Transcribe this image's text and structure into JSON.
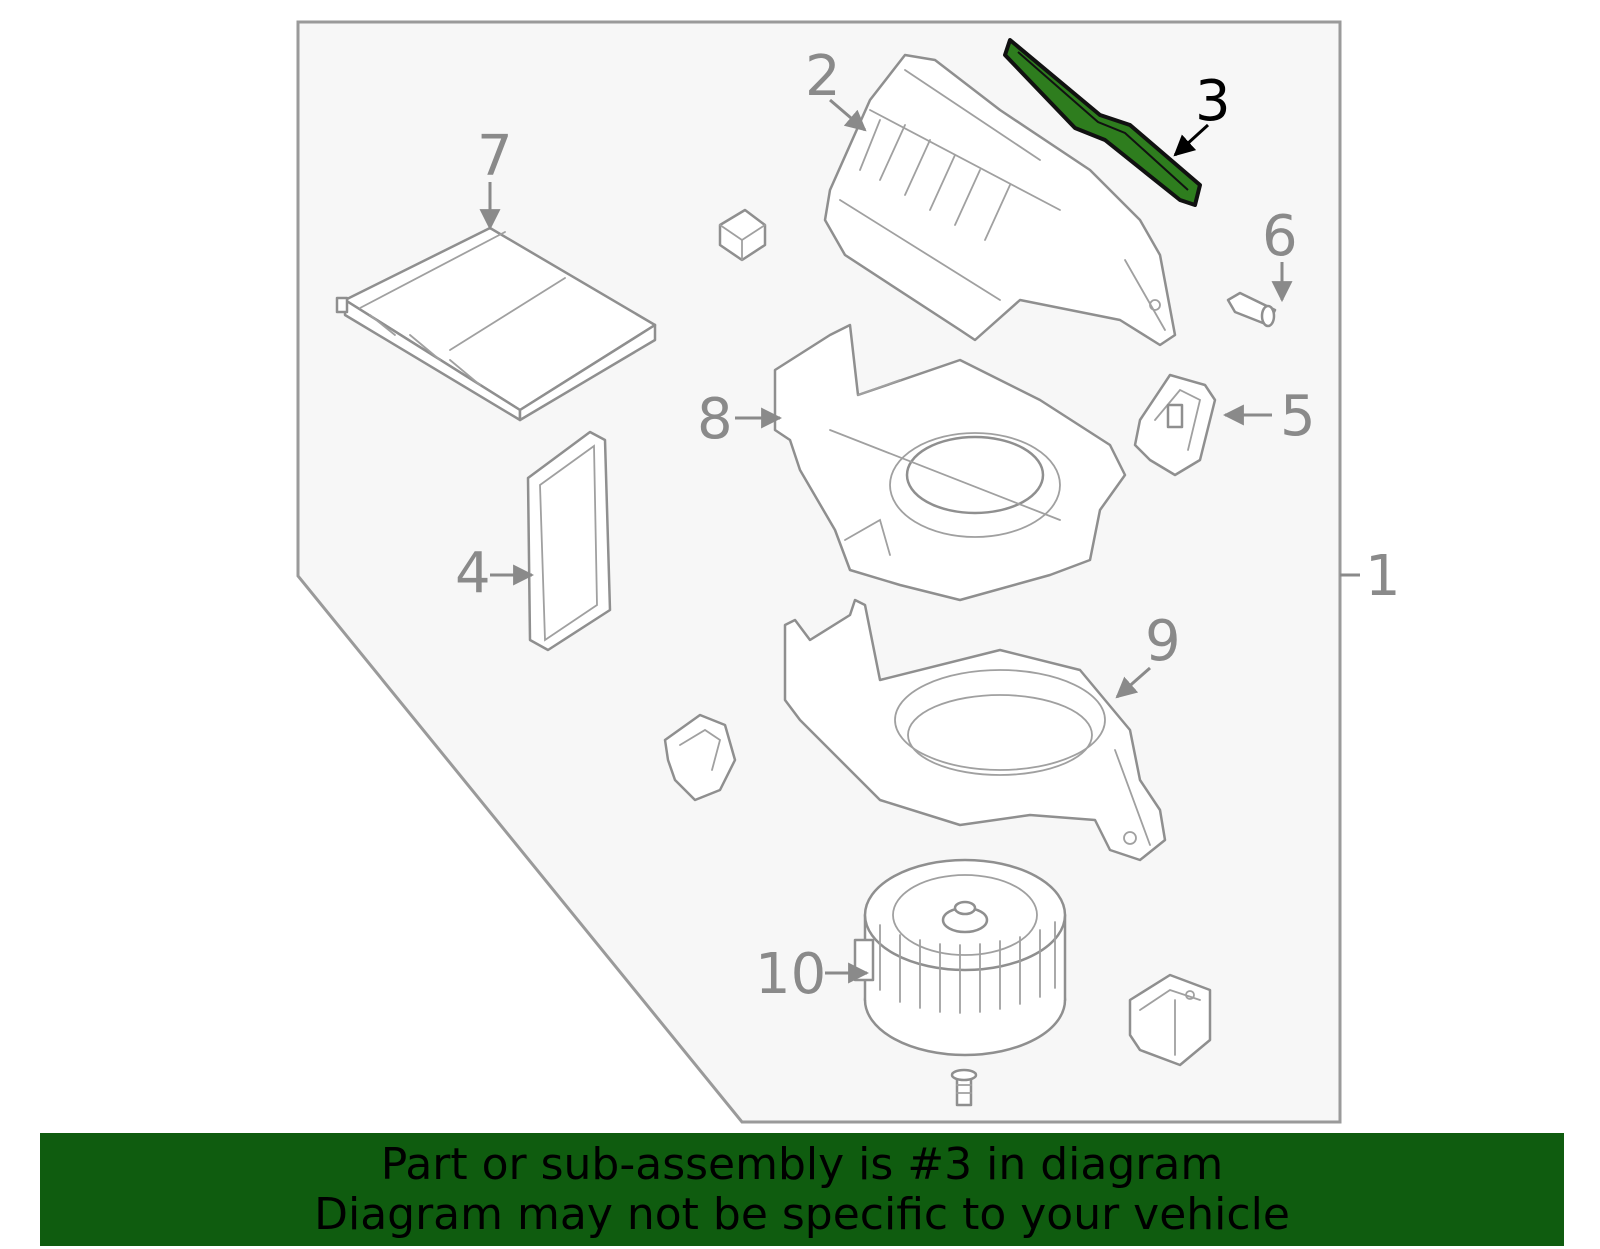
{
  "callouts": {
    "c1": "1",
    "c2": "2",
    "c3": "3",
    "c4": "4",
    "c5": "5",
    "c6": "6",
    "c7": "7",
    "c8": "8",
    "c9": "9",
    "c10": "10"
  },
  "highlighted_part": "3",
  "colors": {
    "highlight_fill": "#2e7d1e",
    "banner_bg": "#0f5c0f",
    "outline_gray": "#8f8f8f",
    "panel_bg": "#f7f7f7"
  },
  "banner": {
    "line1": "Part or sub-assembly is #3 in diagram",
    "line2": "Diagram may not be specific to your vehicle"
  }
}
